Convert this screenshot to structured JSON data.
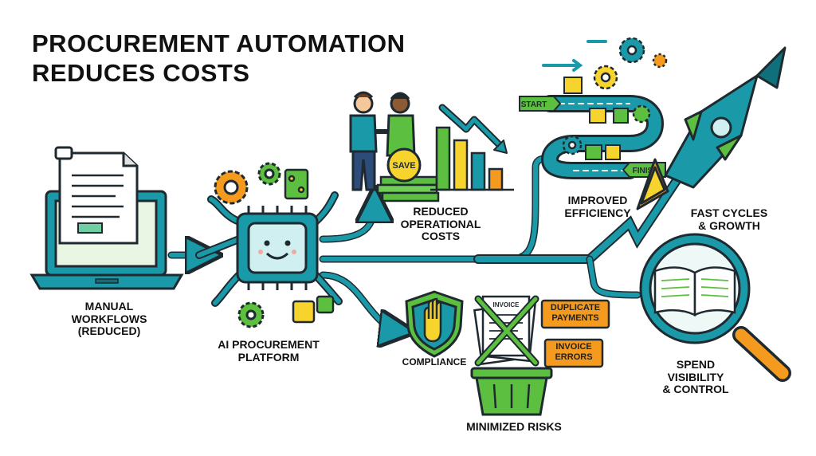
{
  "title": "PROCUREMENT AUTOMATION\nREDUCES COSTS",
  "stages": {
    "manual": "MANUAL\nWORKFLOWS\n(REDUCED)",
    "platform": "AI PROCUREMENT\nPLATFORM",
    "costs": "REDUCED\nOPERATIONAL\nCOSTS",
    "efficiency": "IMPROVED\nEFFICIENCY",
    "growth": "FAST CYCLES\n& GROWTH",
    "compliance": "COMPLIANCE",
    "risks": "MINIMIZED RISKS",
    "visibility": "SPEND\nVISIBILITY\n& CONTROL"
  },
  "tags": {
    "save": "SAVE",
    "start": "START",
    "finish": "FINISH",
    "invoice": "INVOICE",
    "duplicate": "DUPLICATE\nPAYMENTS",
    "errors": "INVOICE\nERRORS"
  },
  "colors": {
    "teal": "#1a9aa8",
    "teal_dark": "#0f6f7a",
    "green": "#5cbf3f",
    "orange": "#f39a1f",
    "yellow": "#f6d32d",
    "outline": "#1f2a30"
  }
}
